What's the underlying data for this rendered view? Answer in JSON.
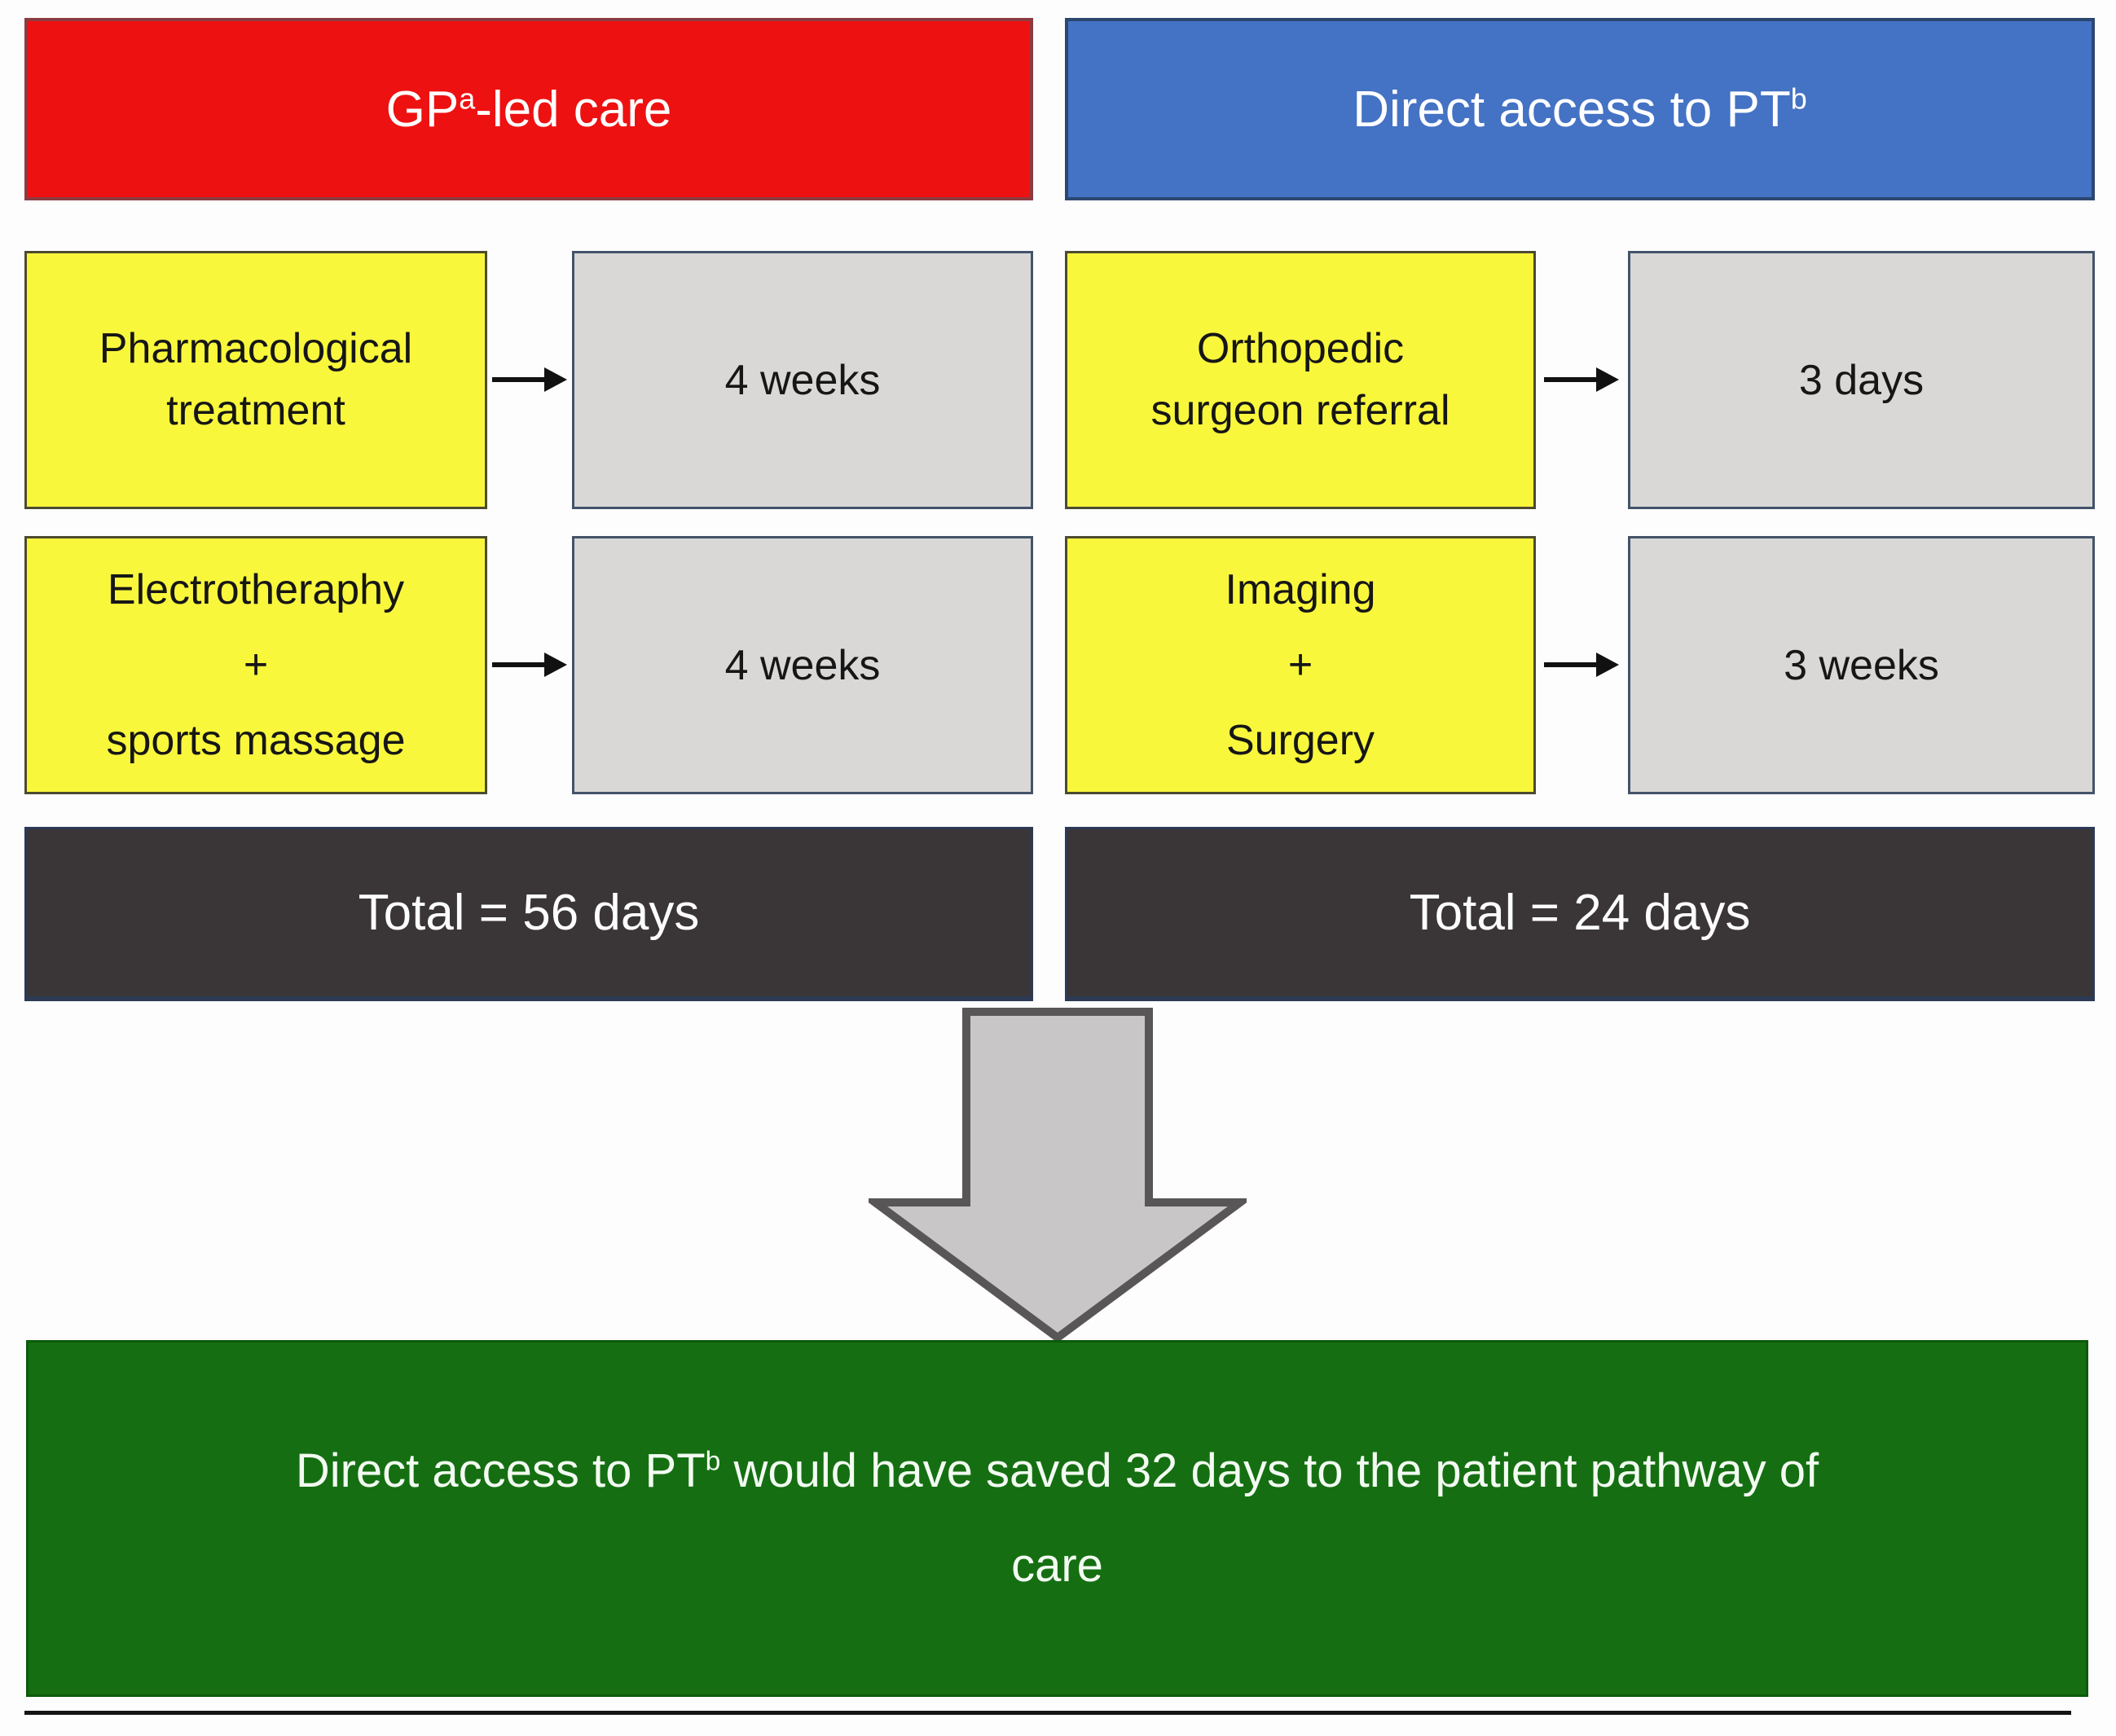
{
  "colors": {
    "red": "#ee1111",
    "red_border": "#8c3b40",
    "blue": "#4472c4",
    "blue_border": "#2c4770",
    "yellow": "#f9f73c",
    "yellow_border": "#4c4b31",
    "gray": "#d9d8d7",
    "gray_border": "#44536a",
    "dark": "#3a3637",
    "dark_border": "#2c3a55",
    "green": "#156f12",
    "green_border": "#0d5a0b",
    "arrow_fill": "#c9c6c7",
    "arrow_border": "#595657"
  },
  "pathways": [
    {
      "id": "gp-led-care",
      "header": {
        "pre": "GP",
        "sup": "a",
        "post": "-led care"
      },
      "steps": [
        {
          "label_lines": [
            "Pharmacological",
            "treatment"
          ],
          "duration": "4 weeks"
        },
        {
          "label_lines": [
            "Electrotheraphy",
            "+",
            "sports massage"
          ],
          "duration": "4 weeks"
        }
      ],
      "total": "Total = 56 days"
    },
    {
      "id": "direct-access-pt",
      "header": {
        "pre": "Direct access to PT",
        "sup": "b",
        "post": ""
      },
      "steps": [
        {
          "label_lines": [
            "Orthopedic",
            "surgeon referral"
          ],
          "duration": "3 days"
        },
        {
          "label_lines": [
            "Imaging",
            "+",
            "Surgery"
          ],
          "duration": "3 weeks"
        }
      ],
      "total": "Total = 24 days"
    }
  ],
  "conclusion": {
    "line1_pre": "Direct access to PT",
    "line1_sup": "b",
    "line1_post": " would have saved 32 days to the patient pathway of",
    "line2": "care"
  }
}
